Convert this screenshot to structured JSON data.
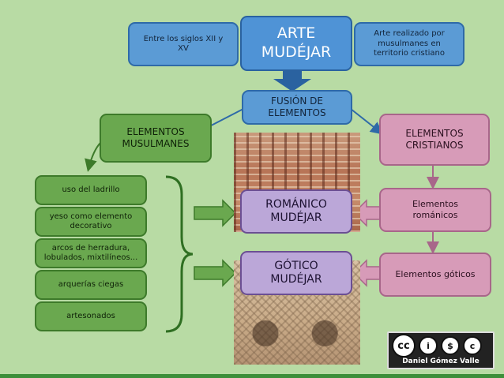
{
  "title_box": {
    "line1": "ARTE",
    "line2": "MUDÉJAR"
  },
  "left_note": {
    "line1": "Entre los siglos XII y",
    "line2": "XV"
  },
  "right_note": {
    "line1": "Arte realizado por",
    "line2": "musulmanes en",
    "line3": "territorio cristiano"
  },
  "fusion": {
    "line1": "FUSIÓN DE",
    "line2": "ELEMENTOS"
  },
  "musulmanes": {
    "line1": "ELEMENTOS",
    "line2": "MUSULMANES"
  },
  "cristianos": {
    "line1": "ELEMENTOS",
    "line2": "CRISTIANOS"
  },
  "muslim_items": [
    {
      "line1": "uso del ladrillo",
      "line2": ""
    },
    {
      "line1": "yeso como elemento",
      "line2": "decorativo"
    },
    {
      "line1": "arcos de herradura,",
      "line2": "lobulados, mixtilíneos..."
    },
    {
      "line1": "arquerías ciegas",
      "line2": ""
    },
    {
      "line1": "artesonados",
      "line2": ""
    }
  ],
  "romanico_mudejar": {
    "line1": "ROMÁNICO",
    "line2": "MUDÉJAR"
  },
  "gotico_mudejar": {
    "line1": "GÓTICO",
    "line2": "MUDÉJAR"
  },
  "elementos_romanicos": {
    "line1": "Elementos",
    "line2": "románicos"
  },
  "elementos_goticos": {
    "line1": "Elementos góticos"
  },
  "license": {
    "icons": [
      "cc",
      "i",
      "$",
      "c"
    ],
    "author": "Daniel Gómez Valle"
  },
  "colors": {
    "background": "#b8dba4",
    "blue": "#5b9bd5",
    "green": "#6aa84f",
    "pink": "#d79bb8",
    "lavender": "#bba7d8"
  }
}
